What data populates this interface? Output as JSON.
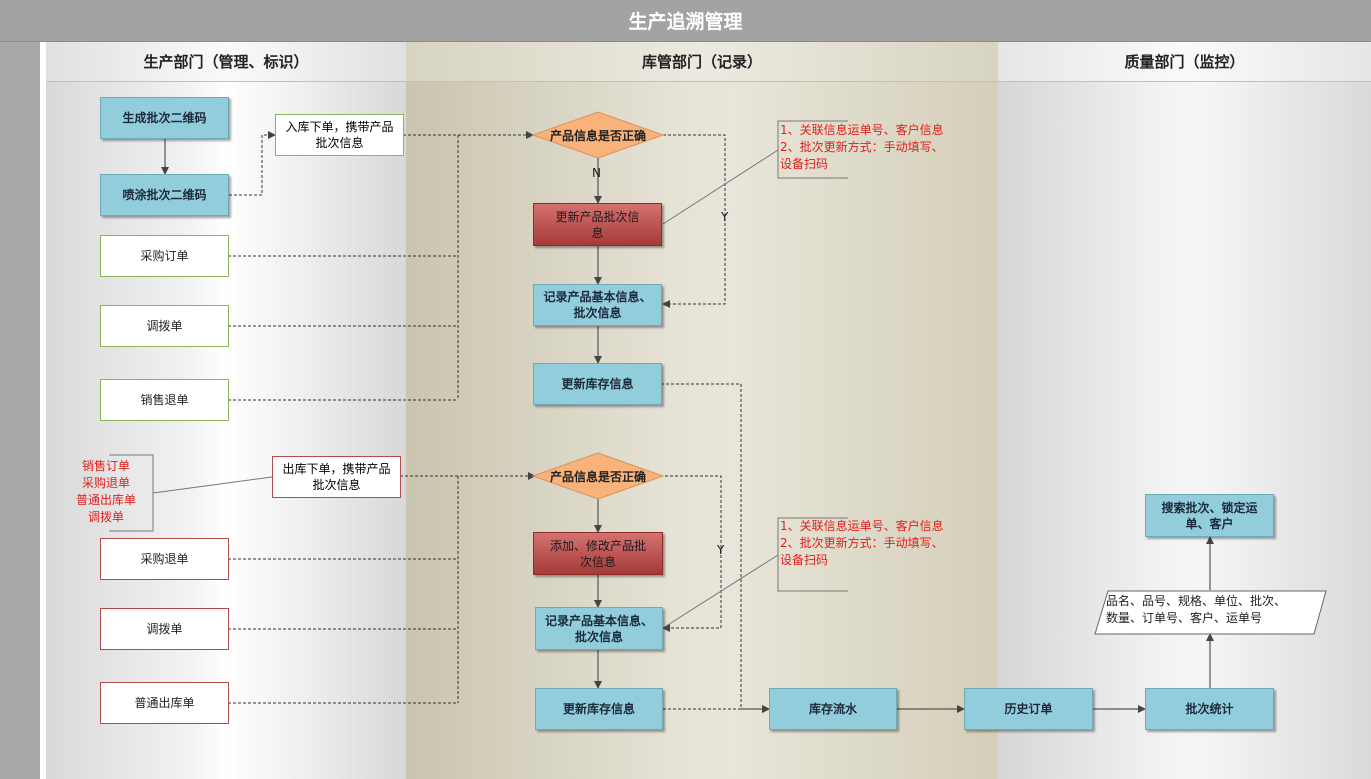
{
  "title": "生产追溯管理",
  "lanes": {
    "production": "生产部门（管理、标识）",
    "warehouse": "库管部门（记录）",
    "quality": "质量部门（监控）"
  },
  "production": {
    "gen_qr": "生成批次二维码",
    "spray_qr": "喷涂批次二维码",
    "purchase_order": "采购订单",
    "transfer_in": "调拨单",
    "sales_return": "销售退单",
    "purchase_return": "采购退单",
    "transfer_out": "调拨单",
    "normal_out": "普通出库单"
  },
  "notes": {
    "inbound": "入库下单，携带产品批次信息",
    "outbound": "出库下单，携带产品批次信息",
    "outbound_sources": [
      "销售订单",
      "采购退单",
      "普通出库单",
      "调拨单"
    ],
    "red_note_1": [
      "1、关联信息运单号、客户信息",
      "2、批次更新方式：手动填写、",
      "设备扫码"
    ],
    "red_note_2": [
      "1、关联信息运单号、客户信息",
      "2、批次更新方式：手动填写、",
      "设备扫码"
    ]
  },
  "warehouse": {
    "check_in": "产品信息是否正确",
    "update_batch": "更新产品批次信息",
    "record_in": "记录产品基本信息、批次信息",
    "update_stock_in": "更新库存信息",
    "check_out": "产品信息是否正确",
    "modify_batch": "添加、修改产品批次信息",
    "record_out": "记录产品基本信息、批次信息",
    "update_stock_out": "更新库存信息",
    "stock_flow": "库存流水",
    "label_n": "N",
    "label_y1": "Y",
    "label_y2": "Y"
  },
  "quality": {
    "history": "历史订单",
    "batch_stats": "批次统计",
    "fields": [
      "品名、品号、规格、单位、批次、",
      "数量、订单号、客户、运单号"
    ],
    "search": "搜索批次、锁定运单、客户"
  },
  "colors": {
    "blue_node": "#92cddc",
    "orange_diamond": "#f8b27a",
    "red_node": "#b84f4c",
    "note_text": "#e0201c",
    "green_border": "#8db35c",
    "red_border": "#b54b48"
  }
}
